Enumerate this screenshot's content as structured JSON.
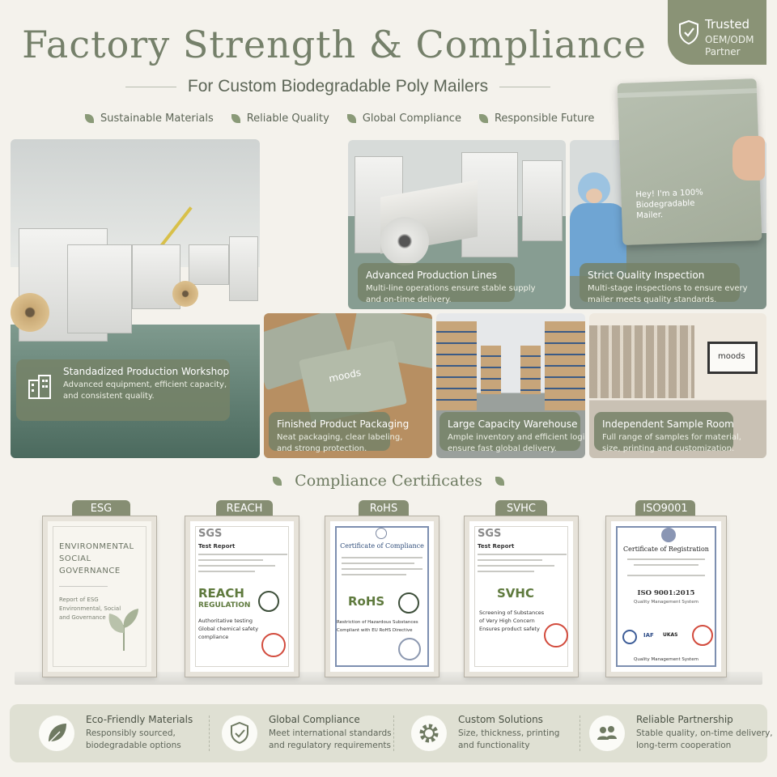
{
  "header": {
    "title": "Factory Strength & Compliance",
    "subtitle": "For Custom Biodegradable Poly Mailers",
    "pillars": [
      "Sustainable Materials",
      "Reliable Quality",
      "Global Compliance",
      "Responsible Future"
    ]
  },
  "badge": {
    "title": "Trusted",
    "sub1": "OEM/ODM",
    "sub2": "Partner",
    "icon": "shield-check-icon"
  },
  "mailer_bubble": {
    "line1": "Hey! I'm a 100%",
    "line2": "Biodegradable",
    "line3": "Mailer."
  },
  "tiles": [
    {
      "title": "Standadized Production Workshop",
      "d1": "Advanced equipment, efficient capacity,",
      "d2": "and consistent quality.",
      "icon": "factory-building-icon"
    },
    {
      "title": "Advanced Production Lines",
      "d1": "Multi-line operations ensure stable supply",
      "d2": "and on-time delivery."
    },
    {
      "title": "Strict Quality Inspection",
      "d1": "Multi-stage inspections to ensure every",
      "d2": "mailer meets quality standards."
    },
    {
      "title": "Finished Product Packaging",
      "d1": "Neat packaging, clear labeling,",
      "d2": "and strong protection."
    },
    {
      "title": "Large Capacity Warehouse",
      "d1": "Ample inventory and efficient logistics",
      "d2": "ensure fast global delivery."
    },
    {
      "title": "Independent Sample Room",
      "d1": "Full range of samples for material,",
      "d2": "size, printing and customization."
    }
  ],
  "brand_print": "moods",
  "compliance": {
    "title": "Compliance Certificates"
  },
  "certs": {
    "esg": {
      "label": "ESG",
      "l1": "ENVIRONMENTAL",
      "l2": "SOCIAL",
      "l3": "GOVERNANCE",
      "r1": "Report of ESG",
      "r2": "Environmental, Social",
      "r3": "and Governance"
    },
    "reach": {
      "label": "REACH",
      "logo": "SGS",
      "report": "Test Report",
      "big": "REACH",
      "big2": "REGULATION",
      "d1": "Authoritative testing",
      "d2": "Global chemical safety",
      "d3": "compliance"
    },
    "rohs": {
      "label": "RoHS",
      "head": "Certificate of Compliance",
      "big": "RoHS",
      "d1": "Restriction of Hazardous Substances",
      "d2": "Compliant with EU RoHS Directive"
    },
    "svhc": {
      "label": "SVHC",
      "logo": "SGS",
      "report": "Test Report",
      "big": "SVHC",
      "d1": "Screening of Substances",
      "d2": "of Very High Concern",
      "d3": "Ensures product safety"
    },
    "iso": {
      "label": "ISO9001",
      "head": "Certificate of Registration",
      "std": "ISO 9001:2015",
      "sys": "Quality Management System",
      "foot": "Quality Management System",
      "marks": [
        "IAF",
        "UKAS"
      ]
    }
  },
  "features": [
    {
      "title": "Eco-Friendly Materials",
      "d1": "Responsibly sourced,",
      "d2": "biodegradable options",
      "icon": "leaf-icon"
    },
    {
      "title": "Global Compliance",
      "d1": "Meet international standards",
      "d2": "and regulatory requirements",
      "icon": "shield-check-icon"
    },
    {
      "title": "Custom Solutions",
      "d1": "Size, thickness, printing",
      "d2": "and functionality",
      "icon": "gear-icon"
    },
    {
      "title": "Reliable Partnership",
      "d1": "Stable quality, on-time delivery,",
      "d2": "long-term cooperation",
      "icon": "people-icon"
    }
  ],
  "colors": {
    "accent": "#868e73",
    "background": "#f4f2ec",
    "title": "#75806a",
    "stamp": "#d24b3d"
  }
}
